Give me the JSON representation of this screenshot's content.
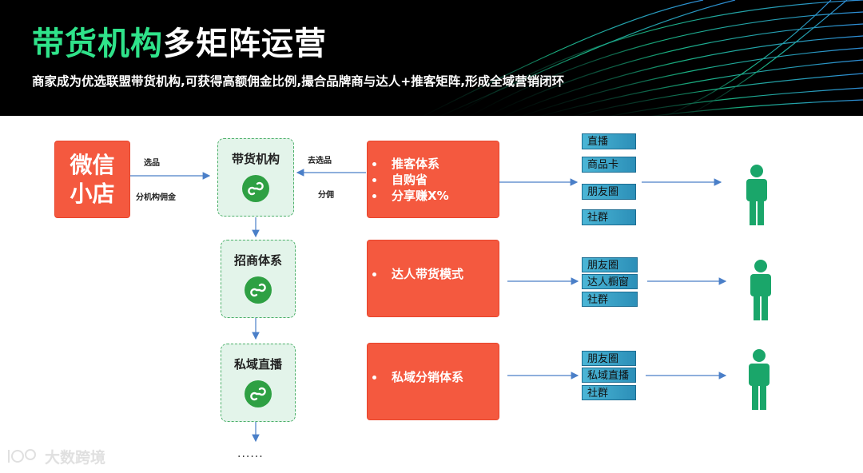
{
  "header": {
    "title_green": "带货机构",
    "title_white": "多矩阵运营",
    "subtitle": "商家成为优选联盟带货机构,可获得高额佣金比例,撮合品牌商与达人+推客矩阵,形成全域营销闭环"
  },
  "shop": {
    "line1": "微信",
    "line2": "小店"
  },
  "arrows": {
    "select": "选品",
    "commission": "分机构佣金",
    "go_select": "去选品",
    "share": "分佣"
  },
  "nodes": [
    {
      "label": "带货机构"
    },
    {
      "label": "招商体系"
    },
    {
      "label": "私域直播"
    }
  ],
  "red_boxes": [
    {
      "items": [
        "推客体系",
        "自购省",
        "分享赚X%"
      ]
    },
    {
      "items": [
        "达人带货模式"
      ]
    },
    {
      "items": [
        "私域分销体系"
      ]
    }
  ],
  "tags_group1": [
    "直播",
    "商品卡",
    "朋友圈",
    "社群"
  ],
  "tags_group2": [
    "朋友圈",
    "达人橱窗",
    "社群"
  ],
  "tags_group3": [
    "朋友圈",
    "私域直播",
    "社群"
  ],
  "ellipsis": "......",
  "watermark": "大数跨境",
  "colors": {
    "accent_green": "#2fe38a",
    "red": "#f4593f",
    "node_bg": "#e3f4ea",
    "person": "#1aa66a",
    "arrow": "#4a7fc8"
  }
}
